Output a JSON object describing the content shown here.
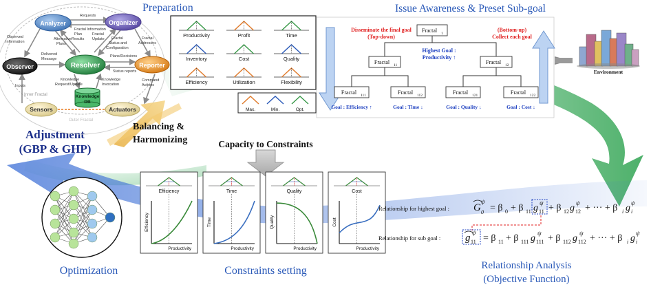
{
  "sections": {
    "preparation": "Preparation",
    "issue": "Issue Awareness & Preset Sub-goal",
    "adjustment_1": "Adjustment",
    "adjustment_2": "(GBP & GHP)",
    "optimization": "Optimization",
    "constraints_setting": "Constraints setting",
    "relationship_1": "Relationship Analysis",
    "relationship_2": "(Objective Function)",
    "balancing_1": "Balancing &",
    "balancing_2": "Harmonizing",
    "capacity": "Capacity to Constraints",
    "environment": "Environment"
  },
  "fractal": {
    "analyzer": "Analyzer",
    "organizer": "Organizer",
    "observer": "Observer",
    "resolver": "Resolver",
    "reporter": "Reporter",
    "sensors": "Sensors",
    "actuators": "Actuators",
    "kdb_1": "Knowledge",
    "kdb_2": "DB",
    "inner": "Inner Fractal",
    "outer": "Outer Fractal",
    "labels": {
      "requests": "Requests",
      "fractal_information": "Fractal Information",
      "observed_1": "Observed",
      "observed_2": "Information",
      "alt_1": "Alternative",
      "alt_2": "Plans",
      "plan_1": "Plan",
      "plan_2": "Results",
      "fu_1": "Fractal",
      "fu_2": "Update",
      "fsc_1": "Fractal",
      "fsc_2": "Status and",
      "fsc_3": "Configuration",
      "fa_1": "Fractal",
      "fa_2": "Addresses",
      "delivered_1": "Delivered",
      "delivered_2": "Message",
      "plans_decisions": "Plans/Decisions",
      "status_reports": "Status reports",
      "kru_1": "Knowledge",
      "kru_2": "Request/Update",
      "ki_1": "Knowledge",
      "ki_2": "Invocation",
      "ca_1": "Command",
      "ca_2": "Actions",
      "inputs": "Inputs"
    }
  },
  "criteria": {
    "items": [
      "Productivity",
      "Profit",
      "Time",
      "Inventory",
      "Cost",
      "Quality",
      "Efficiency",
      "Utilization",
      "Flexibility"
    ],
    "legend": [
      "Max.",
      "Min.",
      "Opt."
    ]
  },
  "tree": {
    "disseminate_1": "Disseminate the final goal",
    "disseminate_2": "(Top-down)",
    "collect_1": "(Bottom-up)",
    "collect_2": "Collect each goal",
    "highest_1": "Highest Goal :",
    "highest_2": "Productivity ↑",
    "root": "Fractal",
    "root_sub": "1",
    "n11_sub": "11",
    "n12_sub": "12",
    "n111_sub": "111",
    "n112_sub": "112",
    "n121_sub": "121",
    "n122_sub": "122",
    "goals": [
      "Goal : Efficiency ↑",
      "Goal : Time ↓",
      "Goal : Quality ↓",
      "Goal : Cost ↓"
    ]
  },
  "panels": [
    {
      "title": "Efficiency",
      "ylabel": "Efficiency",
      "xlabel": "Productivity"
    },
    {
      "title": "Time",
      "ylabel": "Time",
      "xlabel": "Productivity"
    },
    {
      "title": "Quality",
      "ylabel": "Quality",
      "xlabel": "Productivity"
    },
    {
      "title": "Cost",
      "ylabel": "Cost",
      "xlabel": "Productivity"
    }
  ],
  "relationship": {
    "highest_label": "Relationship for highest goal :",
    "sub_label": "Relationship for sub goal :",
    "eq1_lhs": "G",
    "eq1_rhs": "= β0 + β11 g11ψ + β12 g12ψ + ··· + βi giψ",
    "eq2_lhs": "g",
    "eq2_rhs": "= β11 + β111 g111ψ + β112 g112ψ + ··· + βi giψ"
  },
  "colors": {
    "title_blue": "#2a59b8",
    "dark_blue": "#1a2e8a",
    "red": "#e02020",
    "resolver_green": "#2e8b4a",
    "analyzer_blue": "#5a8fc2",
    "organizer_purple": "#6b5fb0",
    "reporter_orange": "#e08a2a",
    "observer_black": "#1f1f1f",
    "arrow_green": "#4aa86a",
    "arrow_blue": "#8fb6e8"
  }
}
